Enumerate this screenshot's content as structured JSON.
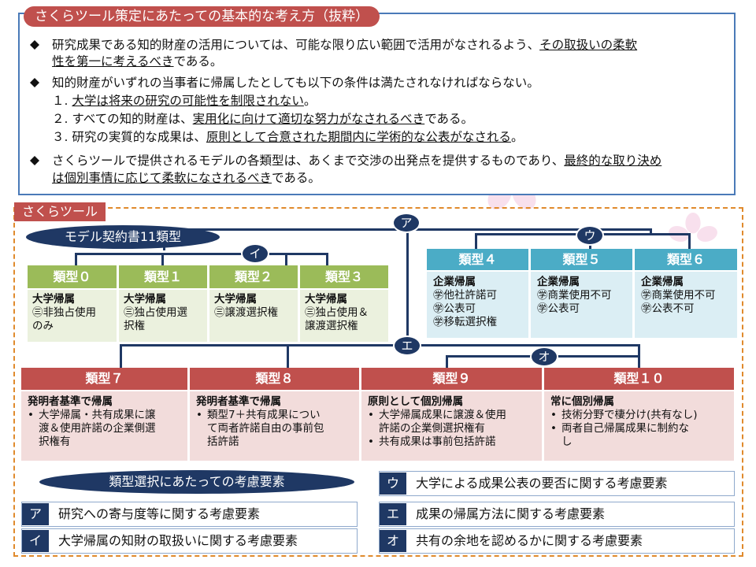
{
  "header": {
    "title": "さくらツール策定にあたっての基本的な考え方（抜粋）"
  },
  "principles": {
    "p1_line1_a": "研究成果である知的財産の活用については、可能な限り広い範囲で活用がなされるよう、",
    "p1_line1_u": "その取扱いの柔軟",
    "p1_line2_u": "性を第一に考えるべき",
    "p1_line2_b": "である。",
    "p2_line1": "知的財産がいずれの当事者に帰属したとしても以下の条件は満たされなければならない。",
    "c1_num": "１.",
    "c1_u": "大学は将来の研究の可能性を制限されない",
    "c1_b": "。",
    "c2_num": "２.",
    "c2_a": "すべての知的財産は、",
    "c2_u": "実用化に向けて適切な努力がなされるべき",
    "c2_b": "である。",
    "c3_num": "３.",
    "c3_a": "研究の実質的な成果は、",
    "c3_u": "原則として合意された期間内に学術的な公表がなされる",
    "c3_b": "。",
    "p3_line1_a": "さくらツールで提供されるモデルの各類型は、あくまで交渉の出発点を提供するものであり、",
    "p3_line1_u": "最終的な取り決め",
    "p3_line2_u": "は個別事情に応じて柔軟になされるべき",
    "p3_line2_b": "である。"
  },
  "sakura": {
    "title": "さくらツール",
    "model_label": "モデル契約書11類型",
    "nodes": {
      "a": "ア",
      "i": "イ",
      "u": "ウ",
      "e": "エ",
      "o": "オ"
    },
    "types_univ": [
      {
        "name": "類型０",
        "heading": "大学帰属",
        "lines": [
          "㊂非独占使用",
          "のみ"
        ]
      },
      {
        "name": "類型１",
        "heading": "大学帰属",
        "lines": [
          "㊂独占使用選",
          "択権"
        ]
      },
      {
        "name": "類型２",
        "heading": "大学帰属",
        "lines": [
          "㊂譲渡選択権"
        ]
      },
      {
        "name": "類型３",
        "heading": "大学帰属",
        "lines": [
          "㊂独占使用＆",
          "譲渡選択権"
        ]
      }
    ],
    "types_corp": [
      {
        "name": "類型４",
        "heading": "企業帰属",
        "lines": [
          "㊫他社許諾可",
          "㊫公表可",
          "㊫移転選択権"
        ]
      },
      {
        "name": "類型５",
        "heading": "企業帰属",
        "lines": [
          "㊫商業使用不可",
          "㊫公表可"
        ]
      },
      {
        "name": "類型６",
        "heading": "企業帰属",
        "lines": [
          "㊫商業使用不可",
          "㊫公表不可"
        ]
      }
    ],
    "types_other": [
      {
        "name": "類型７",
        "heading": "発明者基準で帰属",
        "items": [
          "大学帰属・共有成果に譲渡＆使用許諾の企業側選択権有"
        ],
        "item_lines": [
          [
            "大学帰属・共有成果に譲",
            "渡＆使用許諾の企業側選",
            "択権有"
          ]
        ]
      },
      {
        "name": "類型８",
        "heading": "発明者基準で帰属",
        "item_lines": [
          [
            "類型7＋共有成果につい",
            "て両者許諾自由の事前包",
            "括許諾"
          ]
        ]
      },
      {
        "name": "類型９",
        "heading": "原則として個別帰属",
        "item_lines": [
          [
            "大学帰属成果に譲渡＆使用",
            "許諾の企業側選択権有"
          ],
          [
            "共有成果は事前包括許諾"
          ]
        ]
      },
      {
        "name": "類型１０",
        "heading": "常に個別帰属",
        "item_lines": [
          [
            "技術分野で棲分け(共有なし)"
          ],
          [
            "両者自己帰属成果に制約な",
            "し"
          ]
        ]
      }
    ],
    "bullet": "•"
  },
  "legend": {
    "title": "類型選択にあたっての考慮要素",
    "rows": [
      {
        "key": "ア",
        "text": "研究への寄与度等に関する考慮要素"
      },
      {
        "key": "イ",
        "text": "大学帰属の知財の取扱いに関する考慮要素"
      },
      {
        "key": "ウ",
        "text": "大学による成果公表の要否に関する考慮要素"
      },
      {
        "key": "エ",
        "text": "成果の帰属方法に関する考慮要素"
      },
      {
        "key": "オ",
        "text": "共有の余地を認めるかに関する考慮要素"
      }
    ]
  },
  "colors": {
    "accent_red": "#c0504d",
    "navy": "#1f3864",
    "green": "#9bbb59",
    "teal": "#4bacc6",
    "orange_dash": "#e08a2c",
    "frame_blue": "#4a7ab8"
  },
  "icons": {
    "bullet": "diamond-bullet-icon",
    "flower": "sakura-flower-icon"
  }
}
